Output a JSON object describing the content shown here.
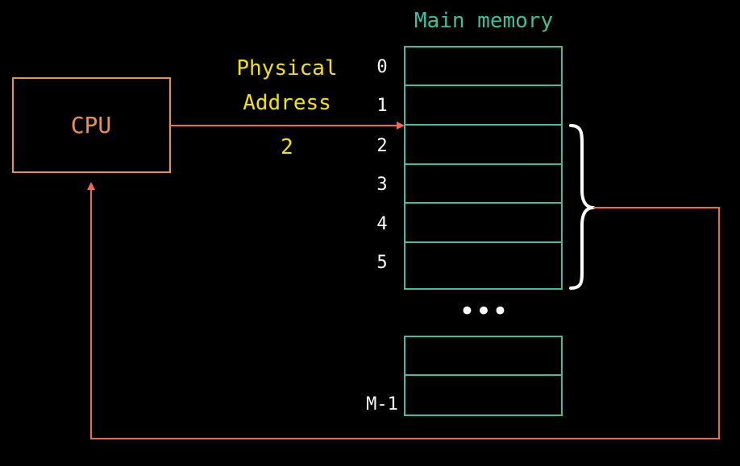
{
  "colors": {
    "background": "#000000",
    "memory": "#3fbf9f",
    "cpu": "#e8924a",
    "arrow": "#ee6a4f",
    "address": "#f2e300",
    "index_text": "#ffffff",
    "brace": "#ffffff",
    "dots": "#ffffff"
  },
  "memory": {
    "title": "Main memory",
    "top_indices": [
      "0",
      "1",
      "2",
      "3",
      "4",
      "5"
    ],
    "bottom_indices": [
      "",
      "M-1"
    ],
    "ellipsis": "•••"
  },
  "cpu": {
    "label": "CPU"
  },
  "address": {
    "line1": "Physical",
    "line2": "Address",
    "value": "2"
  }
}
